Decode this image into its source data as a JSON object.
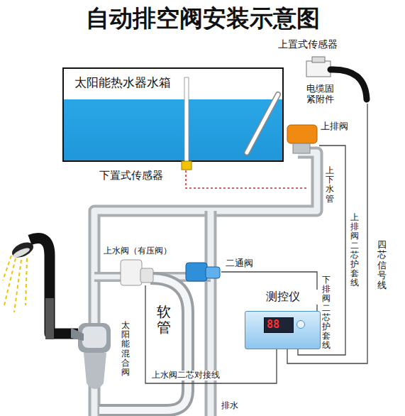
{
  "diagram": {
    "title": "自动排空阀安装示意图",
    "nodes": [
      {
        "text": [
          "太阳能热水器水箱"
        ]
      },
      {
        "text": [
          "测控仪"
        ]
      }
    ],
    "labels": [
      "上置式传感器",
      "电缆固紧附件",
      "上排阀",
      "下置式传感器",
      "上下水管",
      "上水阀（有压阀）",
      "二通阀",
      "软管",
      "太阳能混合阀",
      "下排阀二芯护套线",
      "上排阀二芯护套线",
      "四芯信号线",
      "上水阀二芯对接线",
      "排水",
      "88"
    ]
  }
}
